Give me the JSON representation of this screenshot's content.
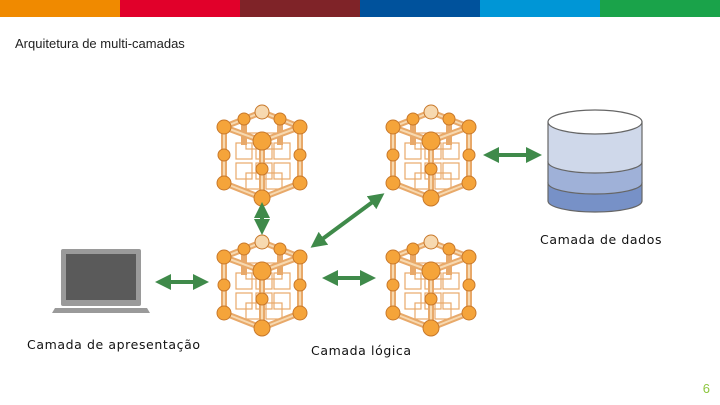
{
  "slide": {
    "title": "Arquitetura de multi-camadas",
    "page_number": "6",
    "page_number_color": "#8dc63f"
  },
  "header_stripes": [
    "#f08a00",
    "#e1002a",
    "#7f2328",
    "#00529c",
    "#0096d6",
    "#1aa34a"
  ],
  "labels": {
    "presentation": "Camada de apresentação",
    "logic": "Camada lógica",
    "data": "Camada de dados"
  },
  "colors": {
    "arrow": "#3f8a4a",
    "cube_frame": "#e8a96a",
    "cube_node": "#f5a43a",
    "cube_node_light": "#f7d9b0",
    "db_top": "#ffffff",
    "db_layer_1": "#cfd8ea",
    "db_layer_2": "#9fb1d8",
    "db_layer_3": "#7791c7",
    "laptop_screen": "#5a5a5a",
    "laptop_body": "#9a9a9a"
  },
  "icons": [
    "server-cube-icon",
    "database-icon",
    "laptop-icon",
    "double-arrow-icon"
  ]
}
